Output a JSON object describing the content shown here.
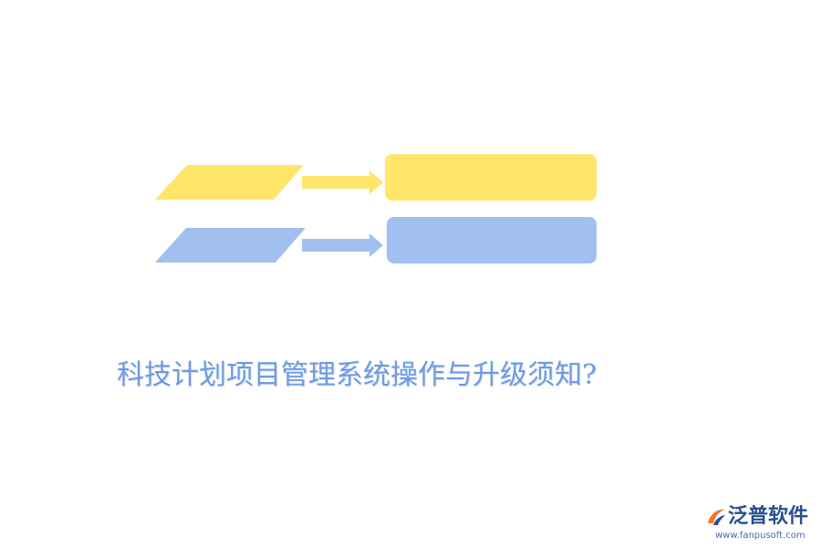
{
  "title": "科技计划项目管理系统操作与升级须知?",
  "logo": {
    "brand": "泛普软件",
    "url": "www.fanpusoft.com"
  },
  "colors": {
    "yellow": "#ffe56a",
    "blue": "#a2c0ef",
    "title": "#6f9be0",
    "logo_text": "#2a4f8f",
    "logo_accent": "#f07a2a"
  },
  "icons": {
    "logo_mark": "fanpu-logo-icon"
  }
}
